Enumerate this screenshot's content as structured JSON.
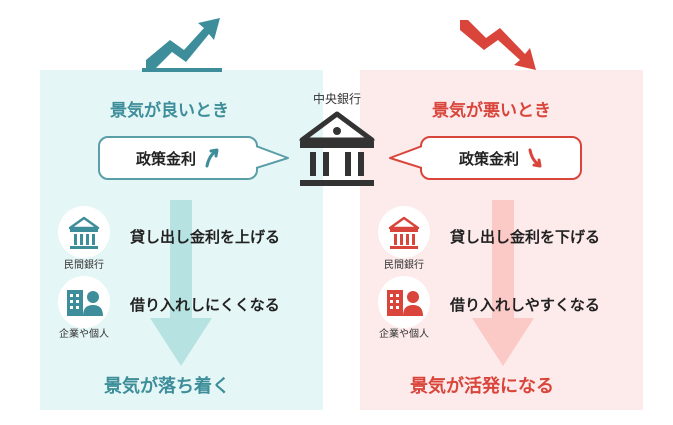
{
  "center": {
    "label": "中央銀行"
  },
  "left": {
    "title": "景気が良いとき",
    "bubble": "政策金利",
    "rows": [
      {
        "icon_label": "民間銀行",
        "text": "貸し出し金利を上げる"
      },
      {
        "icon_label": "企業や個人",
        "text": "借り入れしにくくなる"
      }
    ],
    "result": "景気が落ち着く"
  },
  "right": {
    "title": "景気が悪いとき",
    "bubble": "政策金利",
    "rows": [
      {
        "icon_label": "民間銀行",
        "text": "貸し出し金利を下げる"
      },
      {
        "icon_label": "企業や個人",
        "text": "借り入れしやすくなる"
      }
    ],
    "result": "景気が活発になる"
  },
  "colors": {
    "teal": "#3d8e9a",
    "red": "#d9453b",
    "left_panel": "#e5f6f6",
    "right_panel": "#fdeaea"
  }
}
